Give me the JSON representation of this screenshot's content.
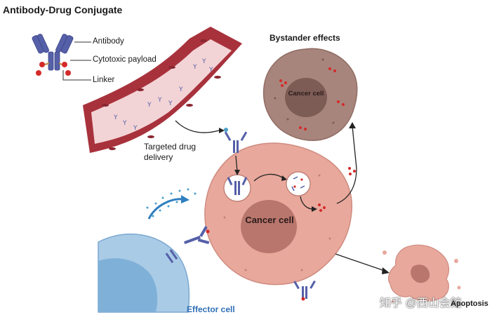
{
  "title": "Antibody-Drug Conjugate",
  "legend": {
    "antibody": "Antibody",
    "payload": "Cytotoxic payload",
    "linker": "Linker"
  },
  "labels": {
    "bystander_effects": "Bystander effects",
    "targeted_delivery": "Targeted drug delivery",
    "cancer_cell_bystander": "Cancer cell",
    "cancer_cell_main": "Cancer cell",
    "effector_cell": "Effector cell",
    "apoptosis": "Apoptosis"
  },
  "watermark": "知乎 @西山会館",
  "colors": {
    "antibody": "#5560a8",
    "payload": "#d42a2a",
    "vessel": "#a8323c",
    "cancer_cell": "#e8a89c",
    "nucleus": "#b8766c",
    "bystander_cell": "#a8857c",
    "effector_cell": "#a9cbe6",
    "arrow": "#222222",
    "effector_text": "#2f6fb5"
  }
}
